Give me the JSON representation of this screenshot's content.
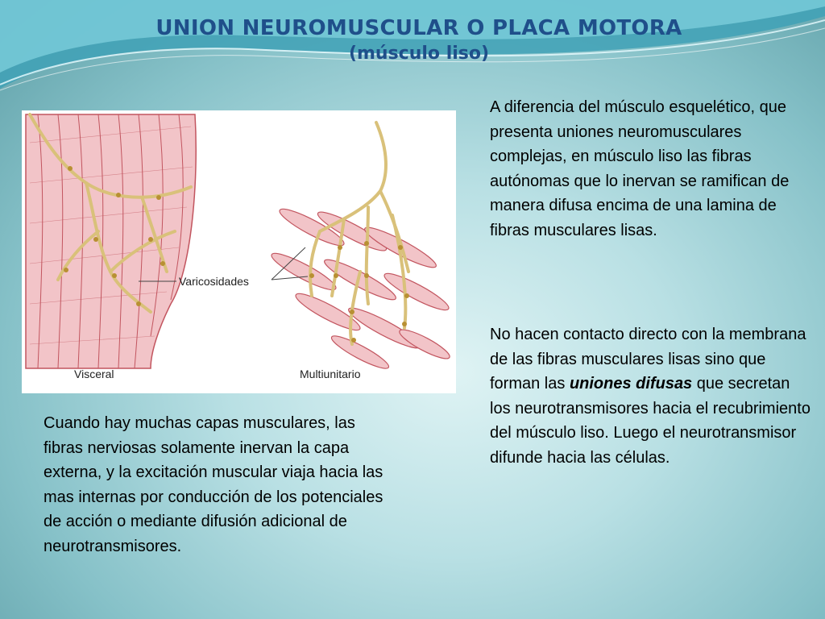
{
  "slide": {
    "title": "UNION NEUROMUSCULAR O PLACA MOTORA",
    "subtitle": "(músculo liso)"
  },
  "paragraph_1": "A diferencia del músculo esquelético, que presenta uniones neuromusculares complejas, en músculo liso las fibras autónomas que lo inervan se ramifican de manera difusa encima de una lamina de fibras musculares lisas.",
  "paragraph_2": {
    "before": "No hacen contacto directo con la membrana  de las fibras musculares lisas sino que forman las ",
    "emphasis": "uniones difusas",
    "after": " que secretan los neurotransmisores hacia el recubrimiento del músculo liso. Luego el neurotransmisor difunde hacia las células."
  },
  "paragraph_3": "Cuando hay muchas capas musculares,  las fibras nerviosas solamente inervan la capa externa, y la excitación muscular viaja hacia las mas internas por conducción de los potenciales de acción o mediante difusión adicional de neurotransmisores.",
  "figure": {
    "label_varicosities": "Varicosidades",
    "label_visceral": "Visceral",
    "label_multiunit": "Multiunitario",
    "colors": {
      "muscle_fill": "#f2c4c8",
      "muscle_line": "#c2555f",
      "nerve": "#d9c17a",
      "varicosity": "#b89033"
    }
  }
}
